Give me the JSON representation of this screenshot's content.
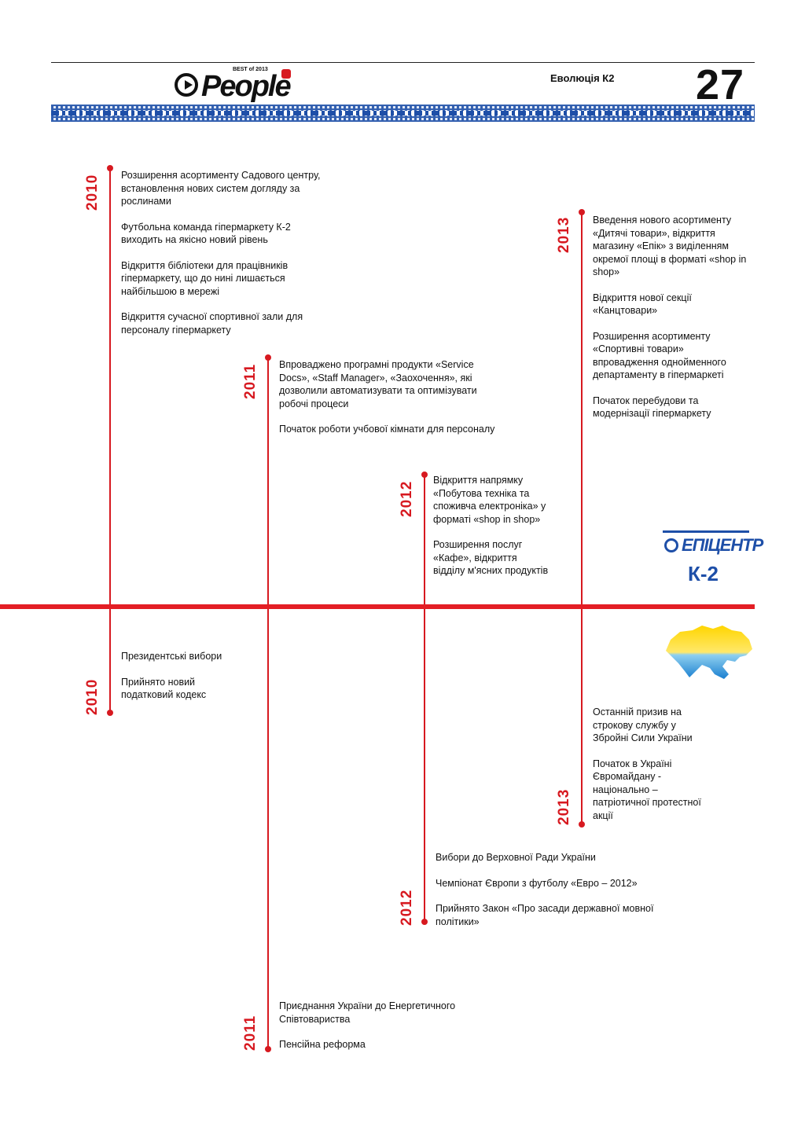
{
  "header": {
    "logo_text": "People",
    "logo_best": "BEST of 2013",
    "section_title": "Еволюція К2",
    "page_number": "27"
  },
  "k2_timeline": [
    {
      "year": "2010",
      "events": [
        "Розширення асортименту Садового центру, встановлення нових систем догляду за рослинами",
        "Футбольна команда гіпермаркету К-2 виходить на якісно новий рівень",
        "Відкриття бібліотеки для працівників гіпермаркету, що до нині лишається найбільшою в мережі",
        "Відкриття сучасної спортивної зали для персоналу гіпермаркету"
      ]
    },
    {
      "year": "2011",
      "events": [
        "Впроваджено програмні продукти «Service Docs», «Staff Manager», «Заохочення», які дозволили автоматизувати та оптимізувати робочі процеси",
        "Початок роботи учбової кімнати для персоналу"
      ]
    },
    {
      "year": "2012",
      "events": [
        "Відкриття напрямку «Побутова техніка та споживча електроніка» у форматі «shop in shop»",
        "Розширення послуг «Кафе», відкриття відділу м'ясних продуктів"
      ]
    },
    {
      "year": "2013",
      "events": [
        "Введення нового асортименту «Дитячі товари», відкриття магазину «Епік» з виділенням окремої площі в форматі «shop in shop»",
        "Відкриття нової секції «Канцтовари»",
        "Розширення асортименту «Спортивні товари» впровадження однойменного департаменту в гіпермаркеті",
        "Початок перебудови та модернізації гіпермаркету"
      ]
    }
  ],
  "ukraine_timeline": [
    {
      "year": "2010",
      "events": [
        "Президентські вибори",
        "Прийнято новий податковий кодекс"
      ]
    },
    {
      "year": "2011",
      "events": [
        "Приєднання України до Енергетичного Співтовариства",
        "Пенсійна реформа"
      ]
    },
    {
      "year": "2012",
      "events": [
        "Вибори до Верховної Ради України",
        "Чемпіонат Європи з футболу «Евро – 2012»",
        "Прийнято Закон «Про засади державної мовної політики»"
      ]
    },
    {
      "year": "2013",
      "events": [
        "Останній призив на строкову службу у Збройні Сили України",
        "Початок в Україні Євромайдану - національно – патріотичної протестної акції"
      ]
    }
  ],
  "epic_logo": {
    "name": "ЕПІЦЕНТР",
    "sub": "К-2"
  },
  "colors": {
    "accent_red": "#d71920",
    "brand_blue": "#1e4fa8",
    "flag_yellow": "#ffd500"
  }
}
